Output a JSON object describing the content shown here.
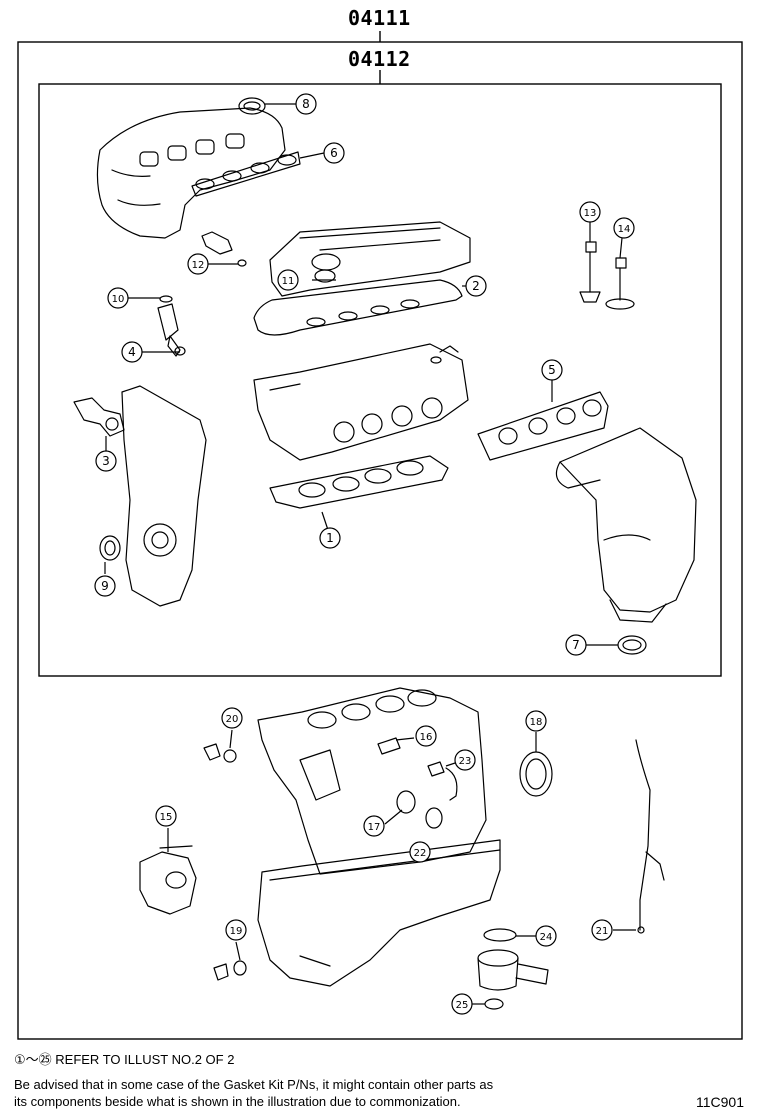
{
  "header": {
    "outer_part_number": "04111",
    "inner_part_number": "04112"
  },
  "callouts": [
    "1",
    "2",
    "3",
    "4",
    "5",
    "6",
    "7",
    "8",
    "9",
    "10",
    "11",
    "12",
    "13",
    "14",
    "15",
    "16",
    "17",
    "18",
    "19",
    "20",
    "21",
    "22",
    "23",
    "24",
    "25"
  ],
  "footer": {
    "reference_note": "①～㉕ REFER TO ILLUST NO.2 OF 2",
    "advisory_line1": "Be advised that in some case of the Gasket Kit P/Ns,  it might contain other parts as",
    "advisory_line2": "its components beside what is shown in the illustration due to commonization.",
    "illustration_code": "11C901"
  },
  "colors": {
    "line": "#000000",
    "background": "#ffffff"
  }
}
